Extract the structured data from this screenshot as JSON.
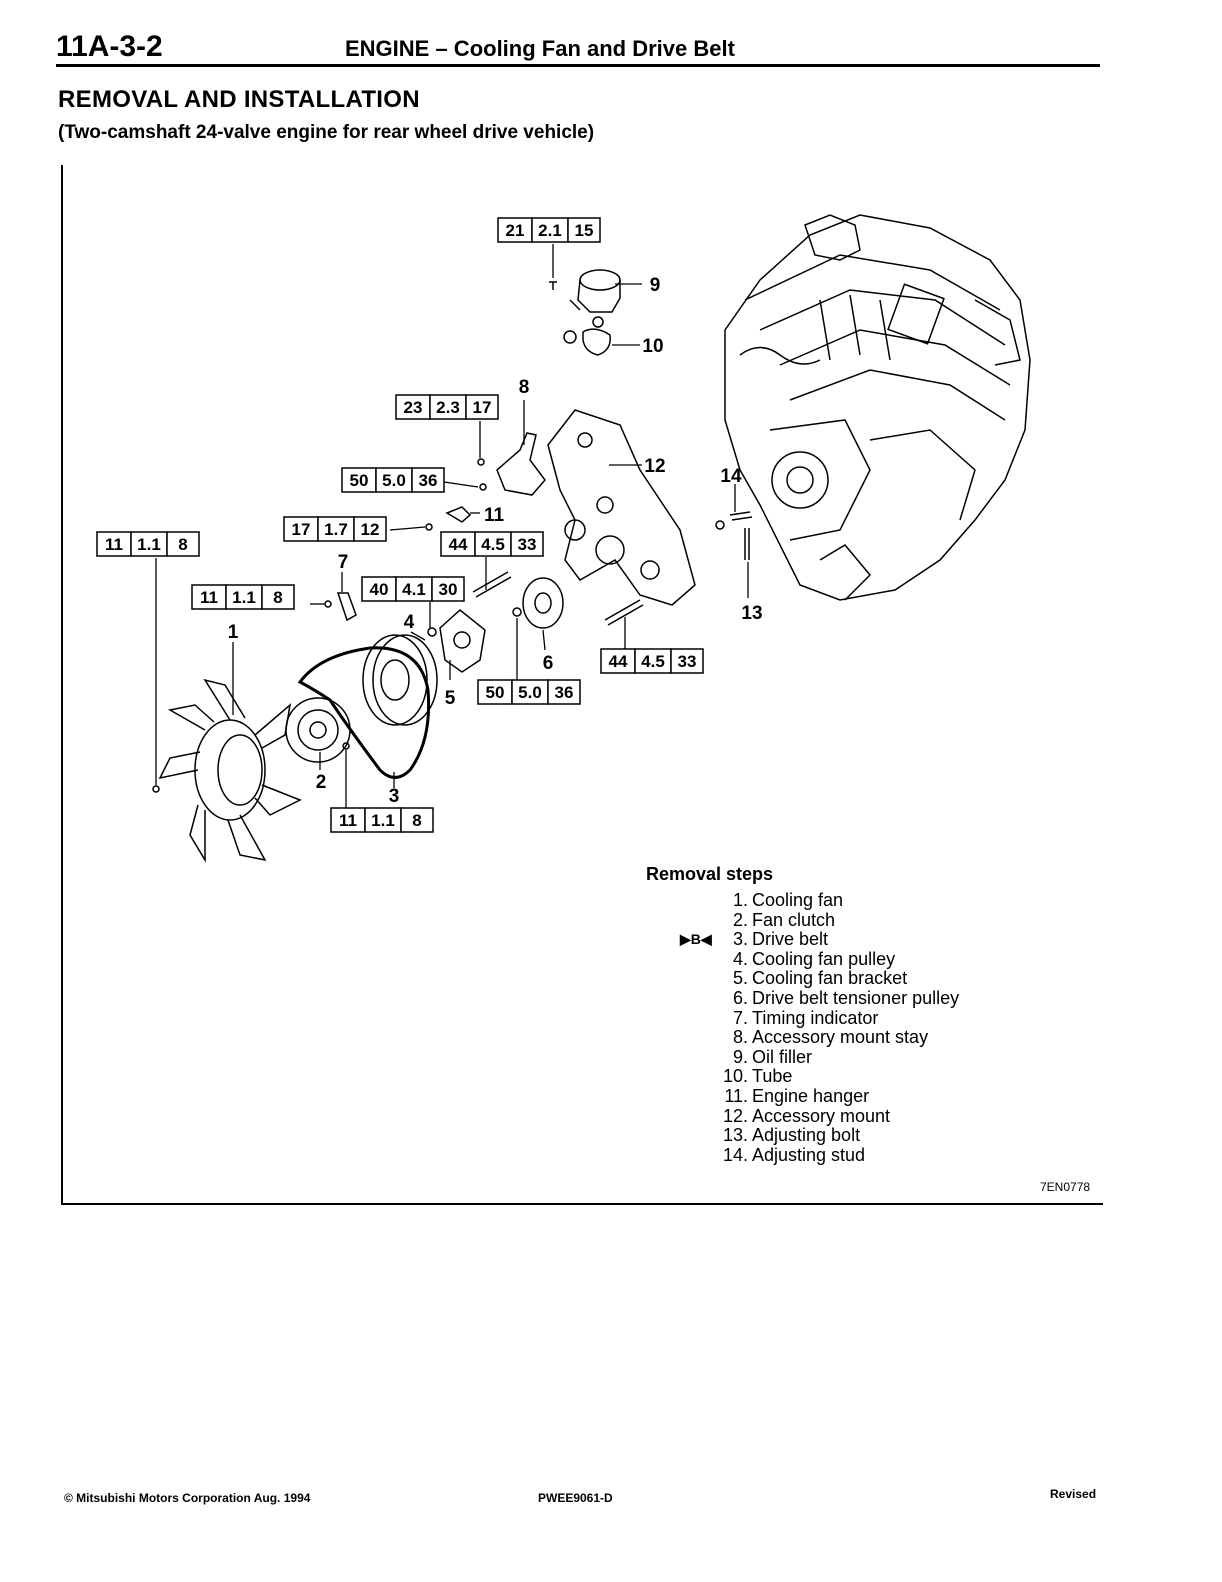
{
  "header": {
    "page_code": "11A-3-2",
    "title": "ENGINE – Cooling Fan and Drive Belt"
  },
  "section": {
    "title": "REMOVAL AND INSTALLATION",
    "subtitle": "(Two-camshaft 24-valve engine for rear wheel drive vehicle)"
  },
  "torque_specs": [
    {
      "nm": "21",
      "kgm": "2.1",
      "ftlbs": "15"
    },
    {
      "nm": "23",
      "kgm": "2.3",
      "ftlbs": "17"
    },
    {
      "nm": "50",
      "kgm": "5.0",
      "ftlbs": "36"
    },
    {
      "nm": "17",
      "kgm": "1.7",
      "ftlbs": "12"
    },
    {
      "nm": "44",
      "kgm": "4.5",
      "ftlbs": "33"
    },
    {
      "nm": "11",
      "kgm": "1.1",
      "ftlbs": "8"
    },
    {
      "nm": "11",
      "kgm": "1.1",
      "ftlbs": "8"
    },
    {
      "nm": "40",
      "kgm": "4.1",
      "ftlbs": "30"
    },
    {
      "nm": "44",
      "kgm": "4.5",
      "ftlbs": "33"
    },
    {
      "nm": "50",
      "kgm": "5.0",
      "ftlbs": "36"
    },
    {
      "nm": "11",
      "kgm": "1.1",
      "ftlbs": "8"
    }
  ],
  "callouts": [
    "1",
    "2",
    "3",
    "4",
    "5",
    "6",
    "7",
    "8",
    "9",
    "10",
    "11",
    "12",
    "13",
    "14"
  ],
  "removal_steps": {
    "title": "Removal steps",
    "steps": [
      {
        "num": "1.",
        "label": "Cooling fan",
        "ref": ""
      },
      {
        "num": "2.",
        "label": "Fan clutch",
        "ref": ""
      },
      {
        "num": "3.",
        "label": "Drive belt",
        "ref": "▶B◀"
      },
      {
        "num": "4.",
        "label": "Cooling fan pulley",
        "ref": ""
      },
      {
        "num": "5.",
        "label": "Cooling fan bracket",
        "ref": ""
      },
      {
        "num": "6.",
        "label": "Drive belt tensioner pulley",
        "ref": ""
      },
      {
        "num": "7.",
        "label": "Timing indicator",
        "ref": ""
      },
      {
        "num": "8.",
        "label": "Accessory mount stay",
        "ref": ""
      },
      {
        "num": "9.",
        "label": "Oil filler",
        "ref": ""
      },
      {
        "num": "10.",
        "label": "Tube",
        "ref": ""
      },
      {
        "num": "11.",
        "label": "Engine hanger",
        "ref": ""
      },
      {
        "num": "12.",
        "label": "Accessory mount",
        "ref": ""
      },
      {
        "num": "13.",
        "label": "Adjusting bolt",
        "ref": ""
      },
      {
        "num": "14.",
        "label": "Adjusting stud",
        "ref": ""
      }
    ]
  },
  "figure_code": "7EN0778",
  "footer": {
    "copyright": "© Mitsubishi Motors Corporation   Aug. 1994",
    "doc_code": "PWEE9061-D",
    "status": "Revised"
  }
}
